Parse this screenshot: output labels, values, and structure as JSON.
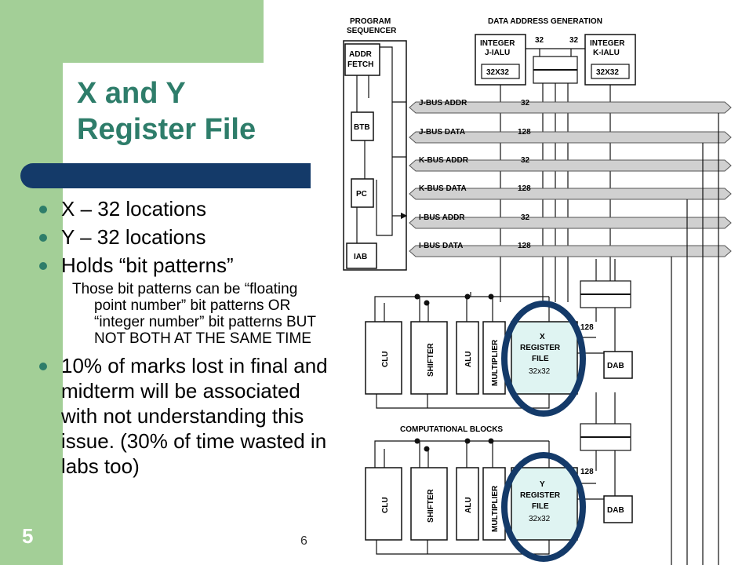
{
  "slide": {
    "number": "5",
    "footer_number": "6",
    "title_line1": "X and Y",
    "title_line2": "Register File"
  },
  "bullets": [
    {
      "text": "X – 32 locations"
    },
    {
      "text": "Y – 32 locations"
    },
    {
      "text": "Holds “bit patterns”"
    }
  ],
  "sub_bullet": "Those bit patterns can be “floating point number” bit patterns OR “integer number” bit patterns BUT NOT BOTH AT THE SAME TIME",
  "bullet_last": "10% of marks lost in final and midterm will be associated with not understanding this issue. (30% of time wasted in labs too)",
  "diagram": {
    "program_sequencer_line1": "PROGRAM",
    "program_sequencer_line2": "SEQUENCER",
    "dag_title": "DATA ADDRESS GENERATION",
    "addr_fetch_line1": "ADDR",
    "addr_fetch_line2": "FETCH",
    "btb": "BTB",
    "pc": "PC",
    "iab": "IAB",
    "j_ialu_line1": "INTEGER",
    "j_ialu_line2": "J-IALU",
    "j_ialu_size": "32X32",
    "k_ialu_line1": "INTEGER",
    "k_ialu_line2": "K-IALU",
    "k_ialu_size": "32X32",
    "ialu_width_left": "32",
    "ialu_width_right": "32",
    "buses": [
      {
        "label": "J-BUS ADDR",
        "width": "32"
      },
      {
        "label": "J-BUS DATA",
        "width": "128"
      },
      {
        "label": "K-BUS ADDR",
        "width": "32"
      },
      {
        "label": "K-BUS DATA",
        "width": "128"
      },
      {
        "label": "I-BUS ADDR",
        "width": "32"
      },
      {
        "label": "I-BUS DATA",
        "width": "128"
      }
    ],
    "clu": "CLU",
    "shifter": "SHIFTER",
    "alu": "ALU",
    "multiplier": "MULTIPLIER",
    "x_reg_line1": "X",
    "x_reg_line2": "REGISTER",
    "x_reg_line3": "FILE",
    "x_reg_size": "32x32",
    "y_reg_line1": "Y",
    "y_reg_line2": "REGISTER",
    "y_reg_line3": "FILE",
    "y_reg_size": "32x32",
    "dab": "DAB",
    "width_128": "128",
    "width_128b": "128",
    "computational_blocks": "COMPUTATIONAL BLOCKS"
  },
  "colors": {
    "green": "#a3cf97",
    "title": "#2e7d6a",
    "navy": "#143a69",
    "highlight": "#dff4f2",
    "bus_fill": "#d0d0d0"
  }
}
